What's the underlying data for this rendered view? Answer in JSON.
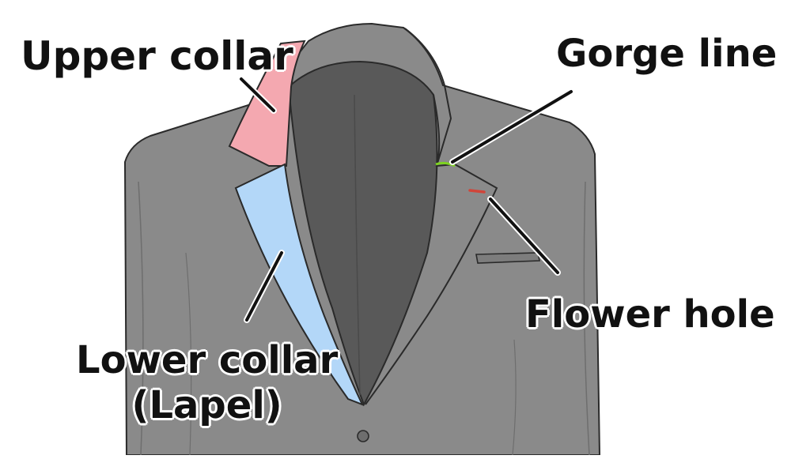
{
  "labels": {
    "upper_collar": "Upper collar",
    "gorge_line": "Gorge line",
    "flower_hole": "Flower hole",
    "lower_collar_line1": "Lower collar",
    "lower_collar_line2": "(Lapel)"
  },
  "colors": {
    "jacket": "#8a8a8a",
    "jacket_shadow": "#7d7d7d",
    "inner_shirt": "#595959",
    "upper_collar_highlight": "#f4a8b0",
    "lower_collar_highlight": "#b3d7f8",
    "gorge_line_highlight": "#7ed321",
    "flower_hole_highlight": "#d0453a",
    "outline": "#2a2a2a",
    "leader_line": "#111111"
  }
}
